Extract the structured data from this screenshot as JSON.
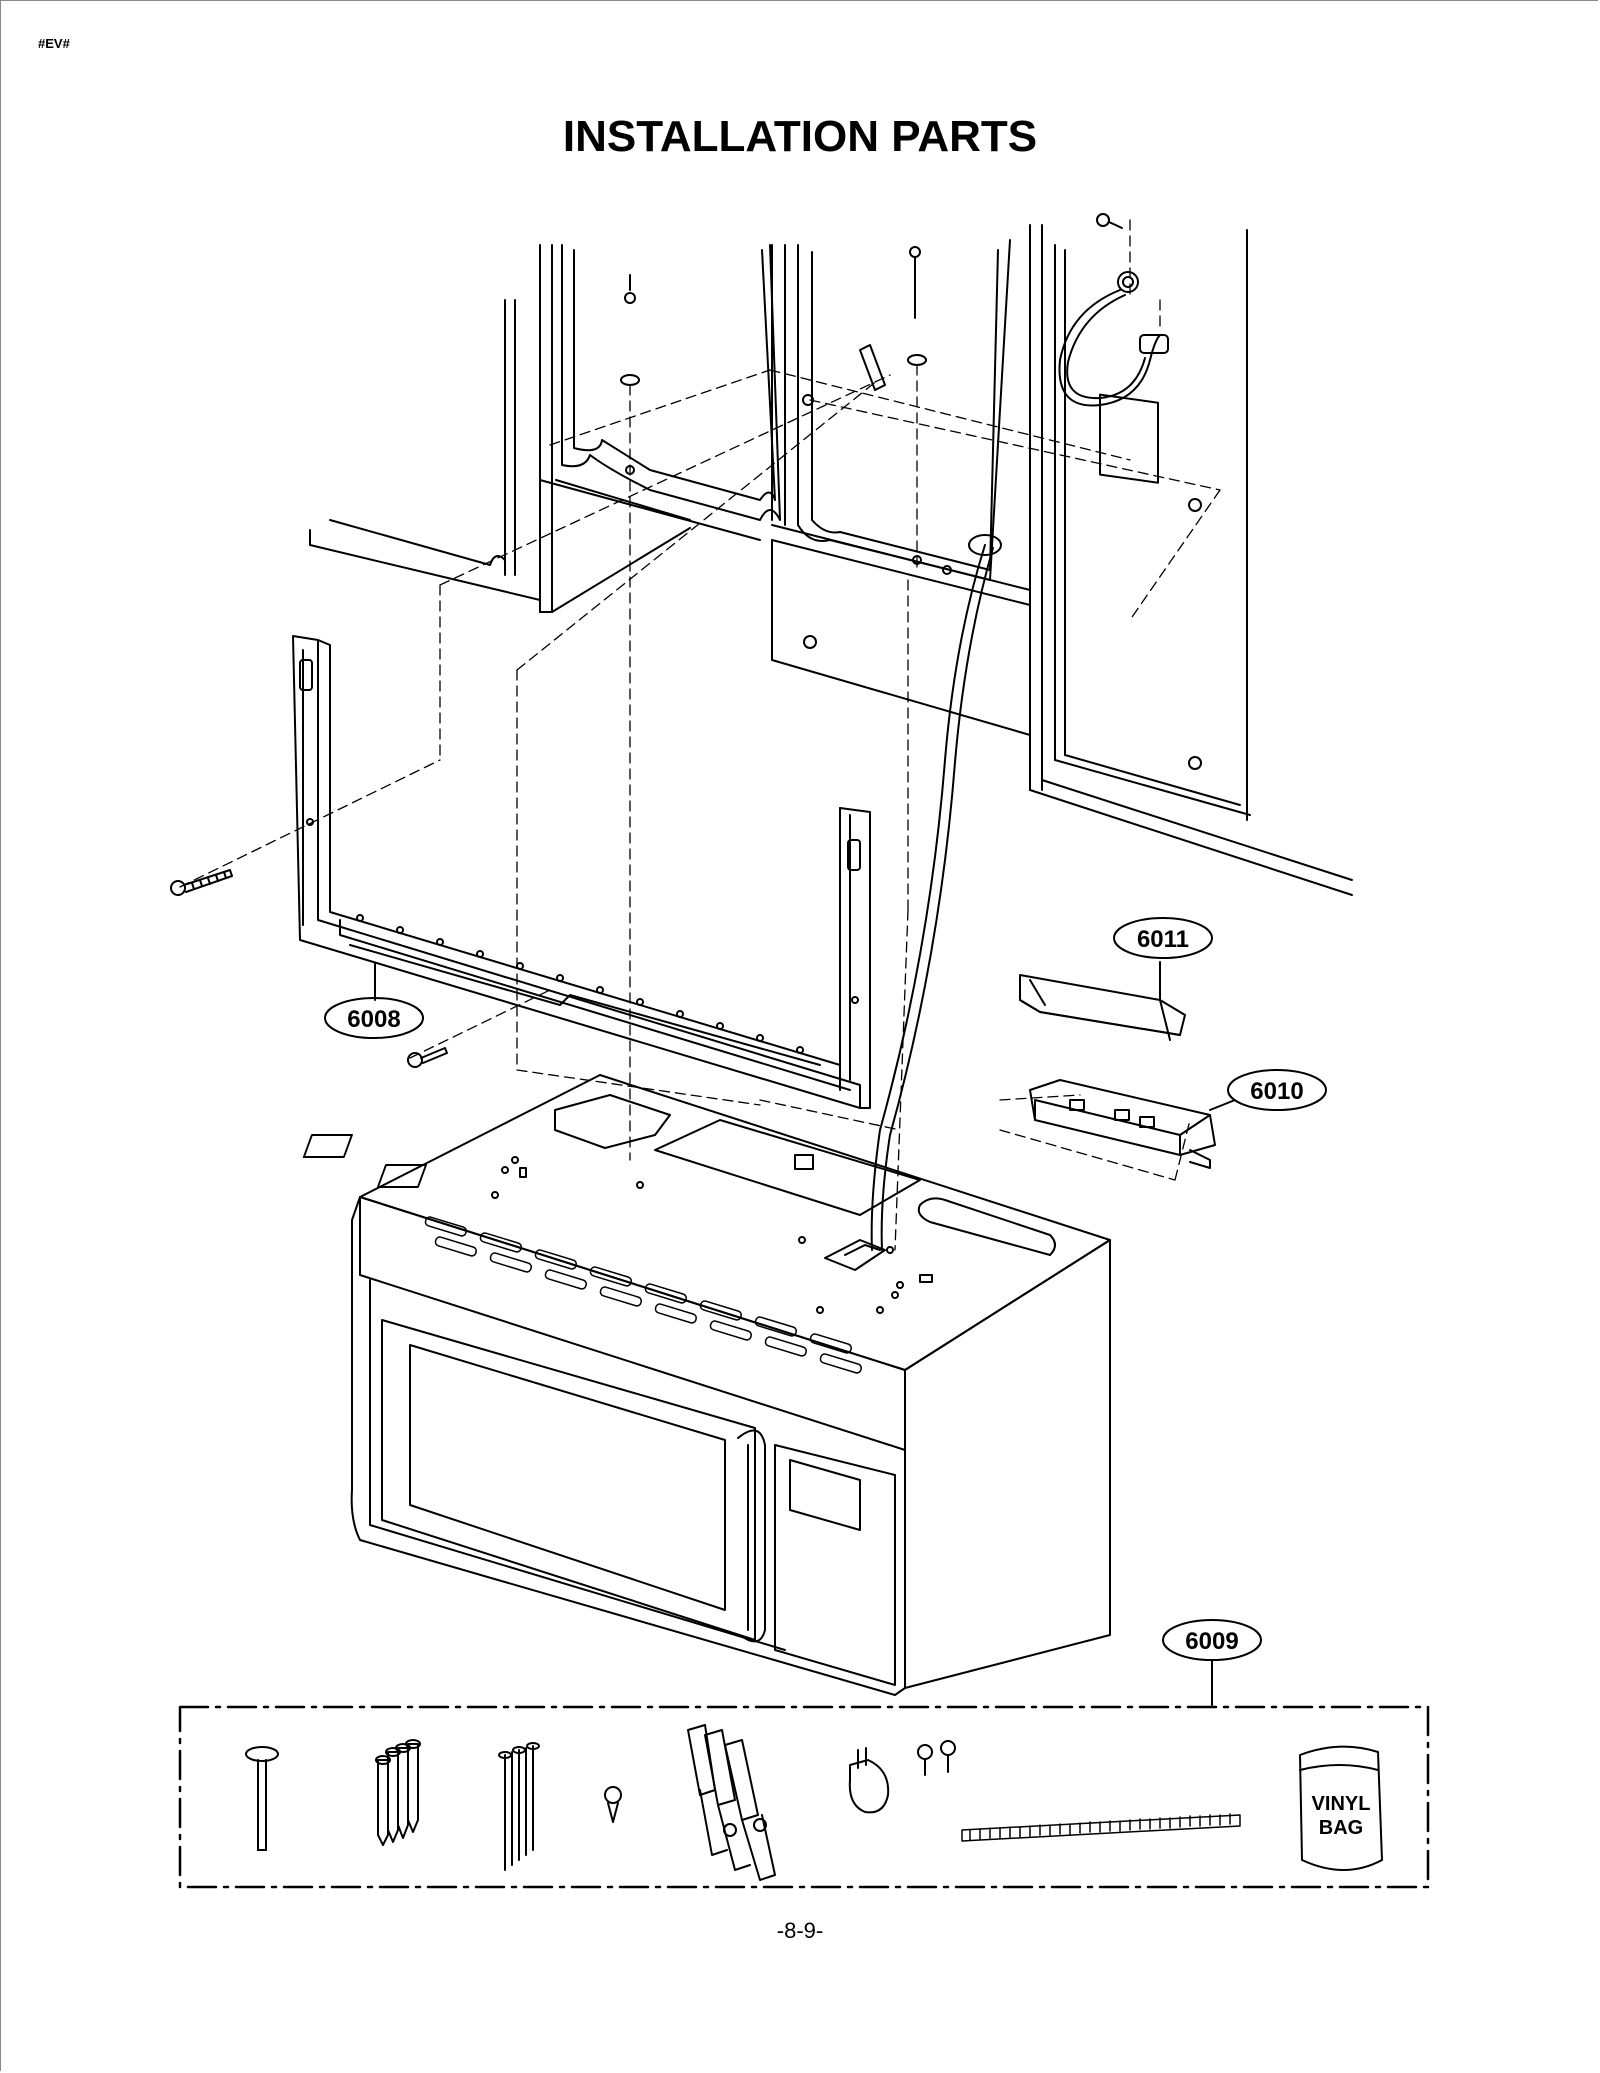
{
  "header": {
    "doc_id": "#EV#",
    "title": "INSTALLATION PARTS"
  },
  "callouts": [
    {
      "id": "6011"
    },
    {
      "id": "6010"
    },
    {
      "id": "6008"
    },
    {
      "id": "6009"
    }
  ],
  "kit": {
    "bag_label_line1": "VINYL",
    "bag_label_line2": "BAG"
  },
  "footer": {
    "page_number": "-8-9-"
  }
}
